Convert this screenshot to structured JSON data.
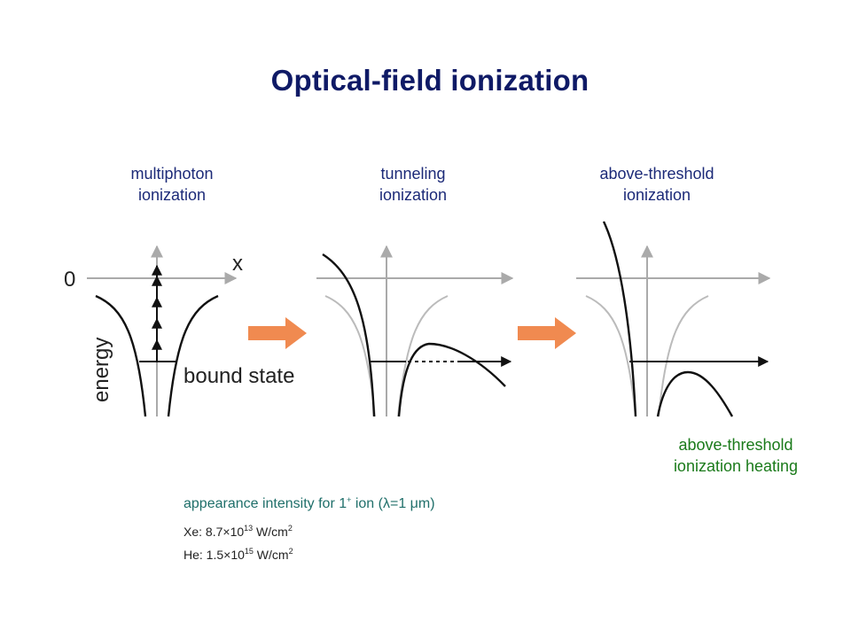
{
  "title": "Optical-field ionization",
  "panels": [
    {
      "line1": "multiphoton",
      "line2": "ionization"
    },
    {
      "line1": "tunneling",
      "line2": "ionization"
    },
    {
      "line1": "above-threshold",
      "line2": "ionization"
    }
  ],
  "axis_labels": {
    "zero": "0",
    "x": "x",
    "energy": "energy",
    "bound_state": "bound state"
  },
  "heating_label": {
    "line1": "above-threshold",
    "line2": "ionization heating"
  },
  "appearance": {
    "heading_a": "appearance intensity for 1",
    "heading_sup": "+",
    "heading_b": " ion (",
    "lambda": "λ",
    "heading_c": "=1 ",
    "mu": "μ",
    "heading_d": "m)",
    "xe_a": "Xe: 8.7",
    "times": "×",
    "xe_b": "10",
    "xe_exp": "13",
    "xe_c": " W/cm",
    "xe_unit_exp": "2",
    "he_a": "He: 1.5",
    "he_b": "10",
    "he_exp": "15",
    "he_c": " W/cm",
    "he_unit_exp": "2"
  },
  "colors": {
    "title": "#0f1a66",
    "arrow": "#f08a50",
    "heating": "#1a7a1a",
    "axes": "#aaaaaa",
    "curve": "#111111",
    "well_gray": "#bbbbbb"
  }
}
